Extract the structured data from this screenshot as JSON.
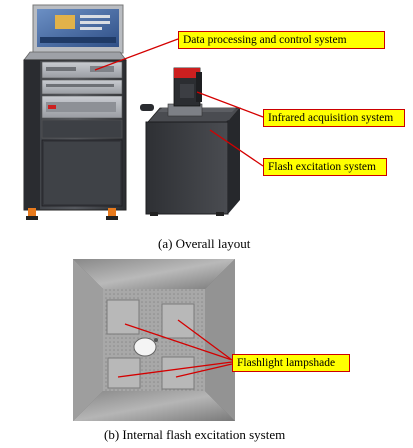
{
  "callouts": {
    "data_processing": "Data processing and control system",
    "infrared": "Infrared acquisition system",
    "flash": "Flash excitation system",
    "lampshade": "Flashlight lampshade"
  },
  "captions": {
    "a": "(a) Overall layout",
    "b": "(b) Internal flash excitation system"
  },
  "colors": {
    "callout_fill": "#ffff00",
    "callout_border": "#cc0000",
    "leader_line": "#d40000",
    "accent_orange": "#e87a1c",
    "camera_red": "#cc1f1f"
  }
}
